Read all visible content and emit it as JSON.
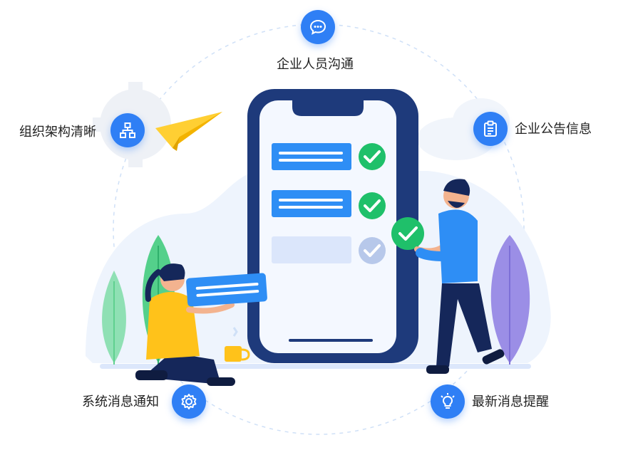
{
  "features": {
    "communication": {
      "label": "企业人员沟通",
      "icon": "chat-bubble-icon"
    },
    "org_structure": {
      "label": "组织架构清晰",
      "icon": "org-chart-icon"
    },
    "announcement": {
      "label": "企业公告信息",
      "icon": "clipboard-icon"
    },
    "notification": {
      "label": "系统消息通知",
      "icon": "gear-icon"
    },
    "reminder": {
      "label": "最新消息提醒",
      "icon": "lightbulb-icon"
    }
  },
  "colors": {
    "accent": "#2f7ff5",
    "phone_frame": "#1e3a7b",
    "check_green": "#1fc06a",
    "shirt_yellow": "#ffc21a",
    "plant_purple": "#9b8ee6",
    "plant_green": "#5fd08f"
  }
}
